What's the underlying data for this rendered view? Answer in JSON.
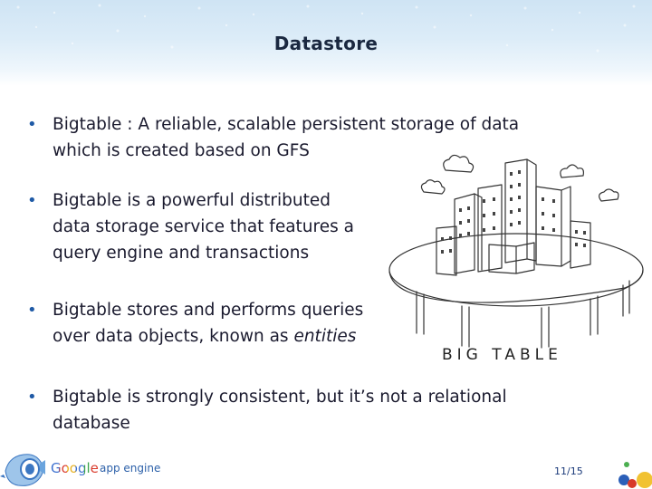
{
  "slide": {
    "title": "Datastore",
    "bullets": [
      {
        "lines": [
          "Bigtable : A reliable, scalable persistent storage of data",
          "which is created based on GFS"
        ]
      },
      {
        "lines": [
          "Bigtable is a powerful distributed",
          "data storage service that features a",
          "query engine and transactions"
        ]
      },
      {
        "lines_pre": "Bigtable stores and performs queries",
        "line2_pre": "over data objects, known as ",
        "line2_em": "entities"
      },
      {
        "lines": [
          "Bigtable is strongly consistent, but it’s not a relational",
          "database"
        ]
      }
    ],
    "bullet_glyph": "•",
    "illustration": {
      "caption": "BIG TABLE"
    },
    "footer": {
      "brand": "Google",
      "product": "app engine",
      "page": "11/15"
    }
  },
  "colors": {
    "bullet": "#1f5aa6",
    "title": "#1a2840",
    "header_band": "#cfe4f4"
  }
}
